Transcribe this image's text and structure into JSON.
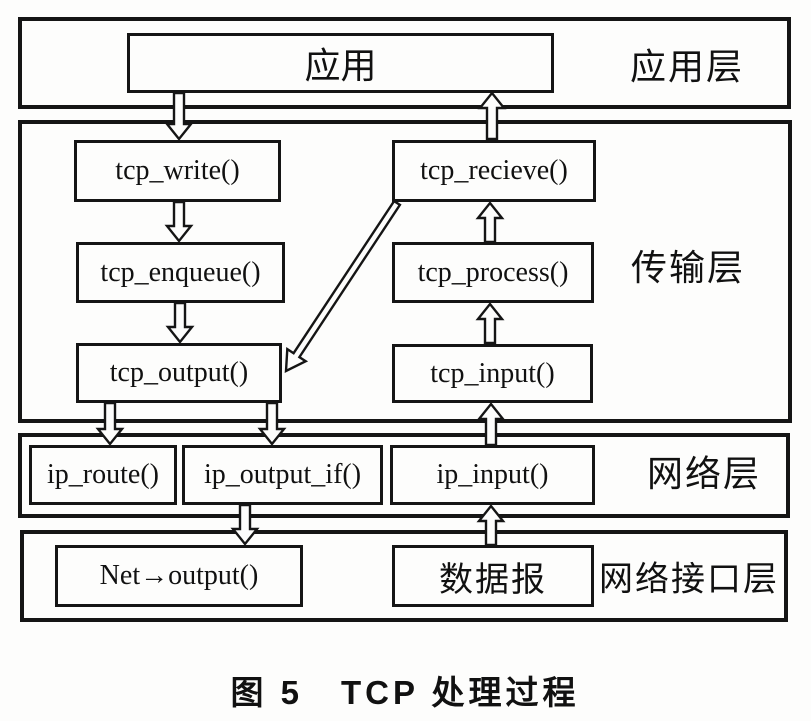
{
  "figure": {
    "caption_prefix": "图 5",
    "caption_title": "TCP 处理过程"
  },
  "layers": [
    {
      "id": "application",
      "label": "应用层"
    },
    {
      "id": "transport",
      "label": "传输层"
    },
    {
      "id": "network",
      "label": "网络层"
    },
    {
      "id": "interface",
      "label": "网络接口层"
    }
  ],
  "nodes": {
    "app": "应用",
    "tcp_write": "tcp_write()",
    "tcp_recieve": "tcp_recieve()",
    "tcp_enqueue": "tcp_enqueue()",
    "tcp_process": "tcp_process()",
    "tcp_output": "tcp_output()",
    "tcp_input": "tcp_input()",
    "ip_route": "ip_route()",
    "ip_output_if": "ip_output_if()",
    "ip_input": "ip_input()",
    "net_output": "Net→output()",
    "datagram": "数据报"
  },
  "edges": [
    {
      "from": "app",
      "to": "tcp_write"
    },
    {
      "from": "tcp_write",
      "to": "tcp_enqueue"
    },
    {
      "from": "tcp_enqueue",
      "to": "tcp_output"
    },
    {
      "from": "tcp_recieve",
      "to": "app"
    },
    {
      "from": "tcp_process",
      "to": "tcp_recieve"
    },
    {
      "from": "tcp_input",
      "to": "tcp_process"
    },
    {
      "from": "tcp_recieve",
      "to": "tcp_output"
    },
    {
      "from": "tcp_output",
      "to": "ip_route"
    },
    {
      "from": "tcp_output",
      "to": "ip_output_if"
    },
    {
      "from": "ip_input",
      "to": "tcp_input"
    },
    {
      "from": "ip_output_if",
      "to": "net_output"
    },
    {
      "from": "datagram",
      "to": "ip_input"
    }
  ]
}
